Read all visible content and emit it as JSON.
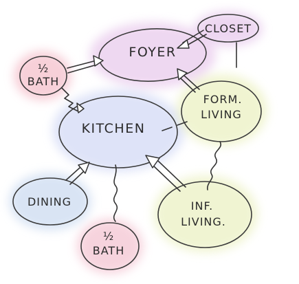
{
  "nodes": {
    "foyer": {
      "label": "FOYER",
      "color": "#ecd2ef"
    },
    "closet": {
      "label": "CLOSET",
      "color": "#ead0ef"
    },
    "half_bath_top": {
      "line1": "½",
      "line2": "BATH",
      "color": "#f6c8d2"
    },
    "kitchen": {
      "label": "KITCHEN",
      "color": "#d9dff7"
    },
    "formal_living": {
      "line1": "FORM.",
      "line2": "LIVING",
      "color": "#eef3c9"
    },
    "dining": {
      "label": "DINING",
      "color": "#d3e0f3"
    },
    "half_bath_bottom": {
      "line1": "½",
      "line2": "BATH",
      "color": "#f5ccd8"
    },
    "informal_living": {
      "line1": "INF.",
      "line2": "LIVING.",
      "color": "#eef3cb"
    }
  }
}
